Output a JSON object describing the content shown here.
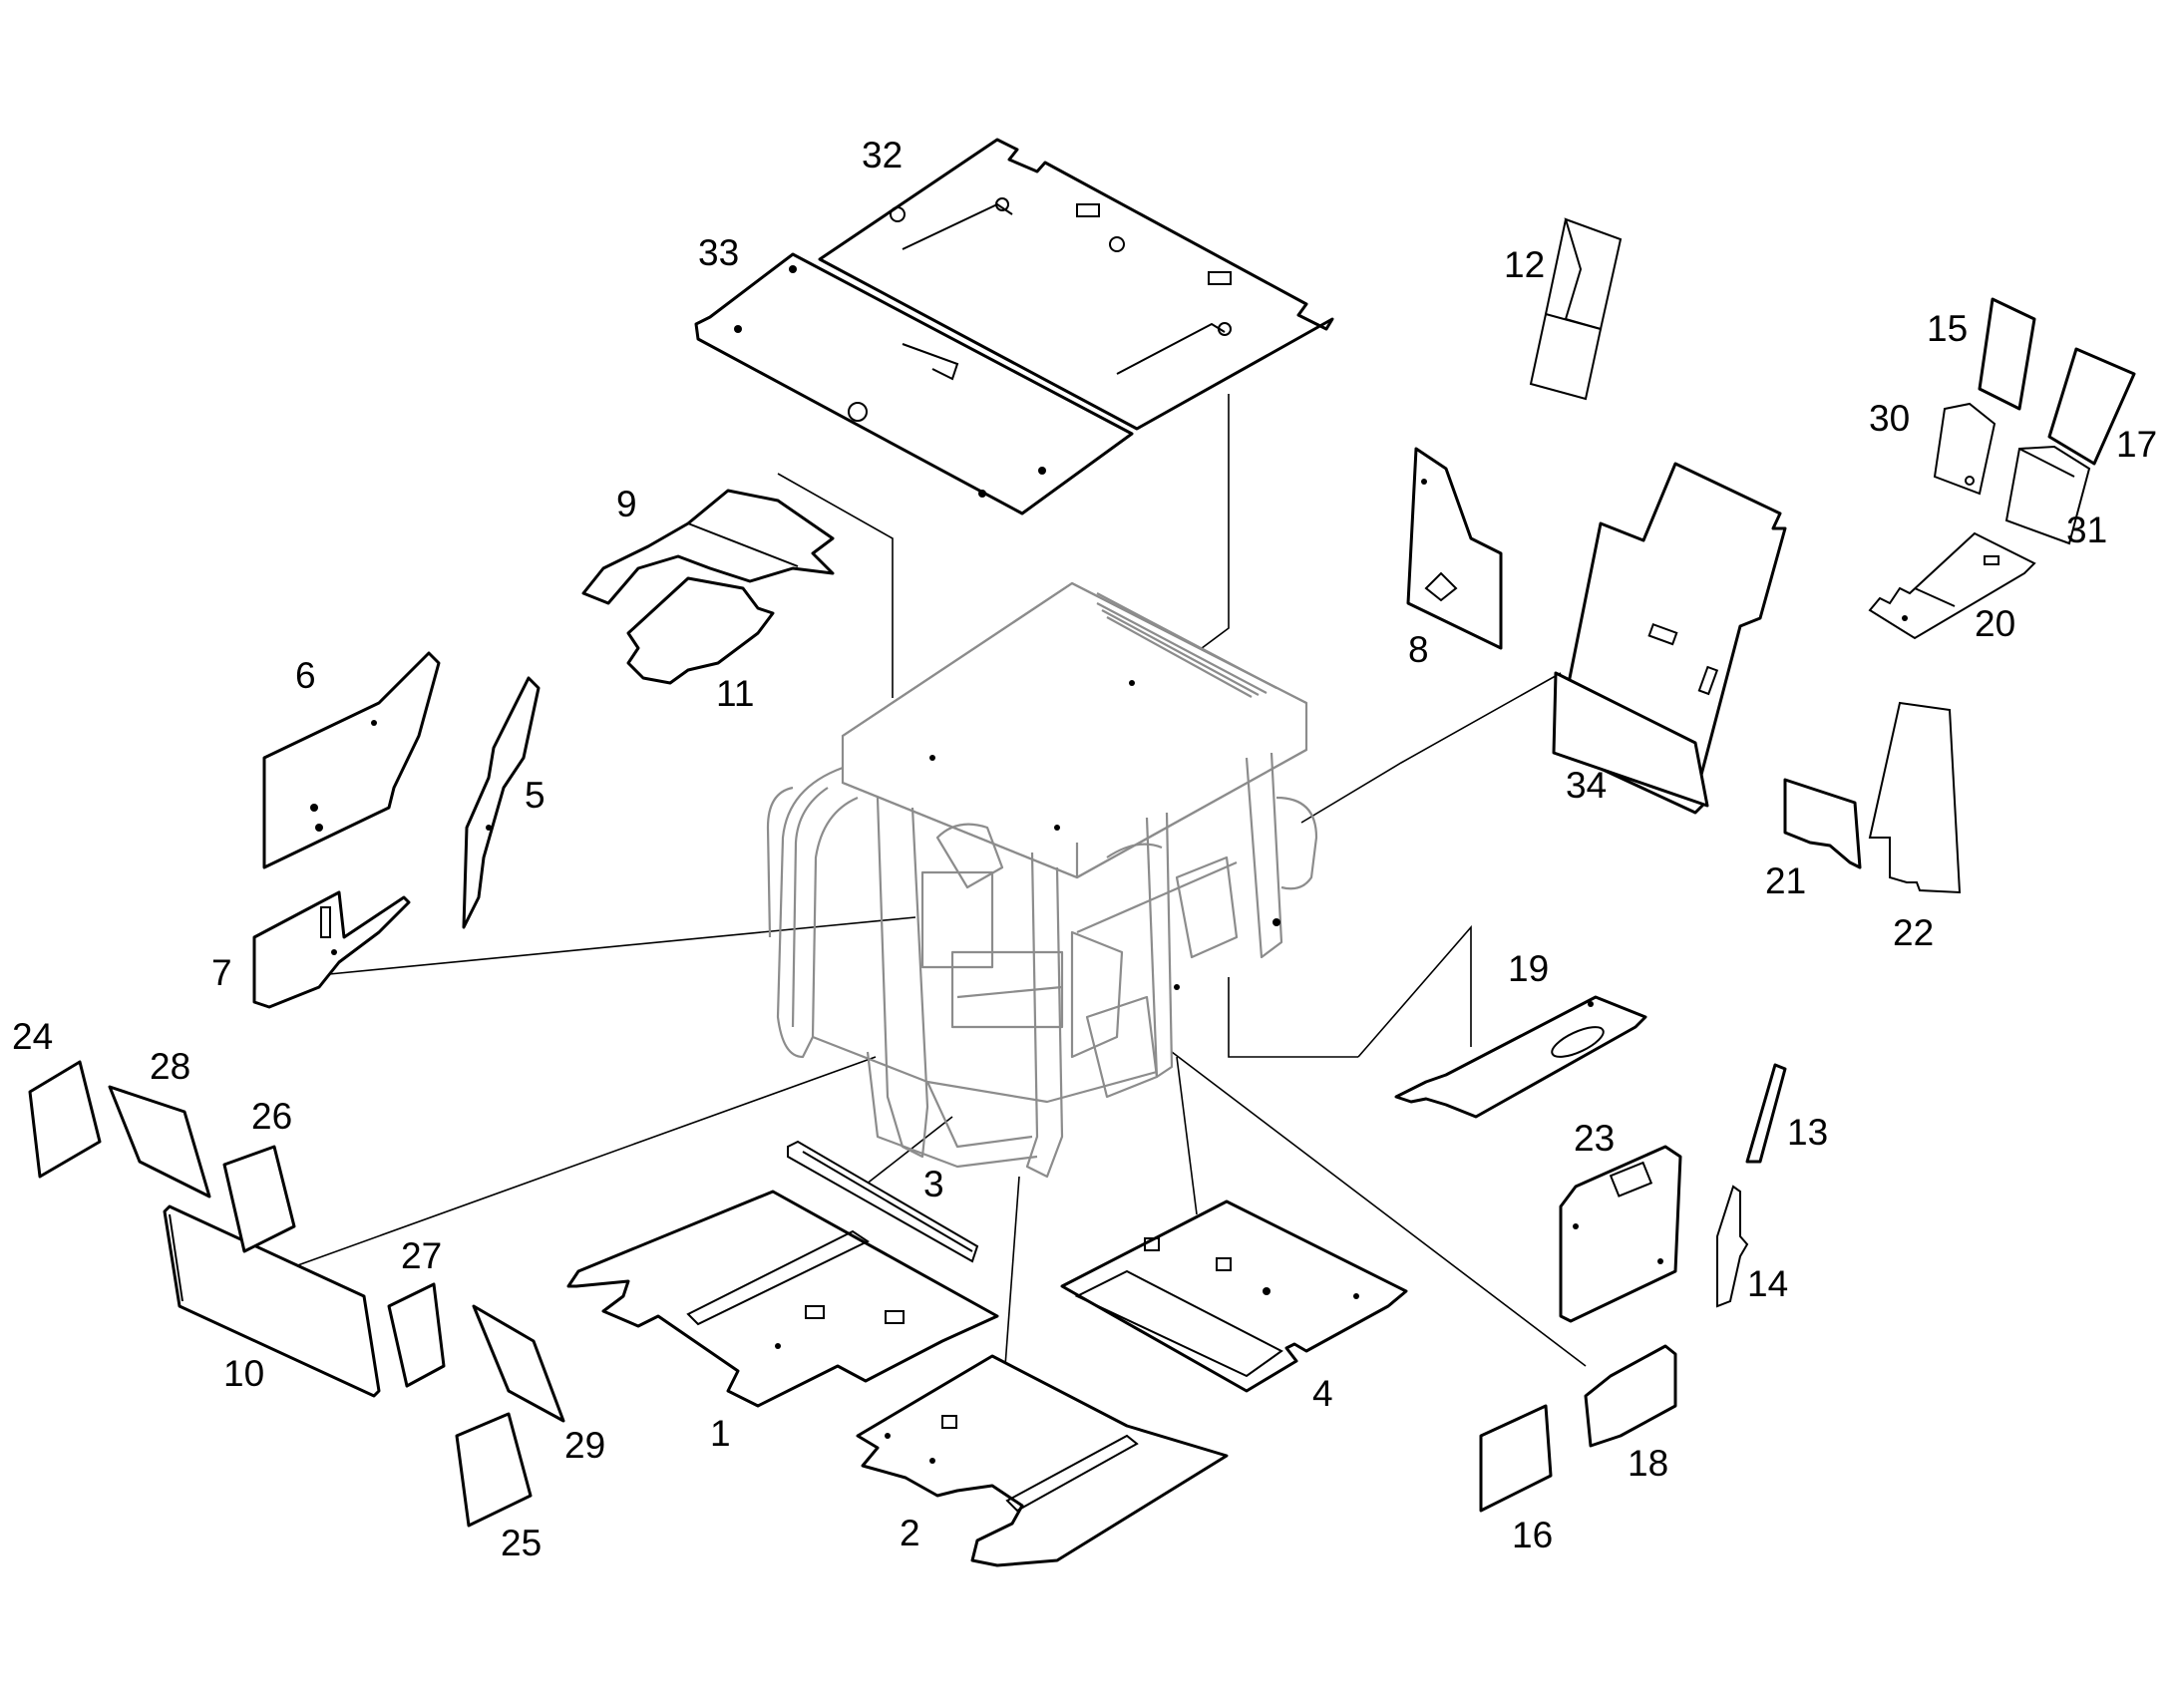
{
  "diagram": {
    "callouts": [
      "1",
      "2",
      "3",
      "4",
      "5",
      "6",
      "7",
      "8",
      "9",
      "10",
      "11",
      "12",
      "13",
      "14",
      "15",
      "16",
      "17",
      "18",
      "19",
      "20",
      "21",
      "22",
      "23",
      "24",
      "25",
      "26",
      "27",
      "28",
      "29",
      "30",
      "31",
      "32",
      "33",
      "34"
    ]
  }
}
